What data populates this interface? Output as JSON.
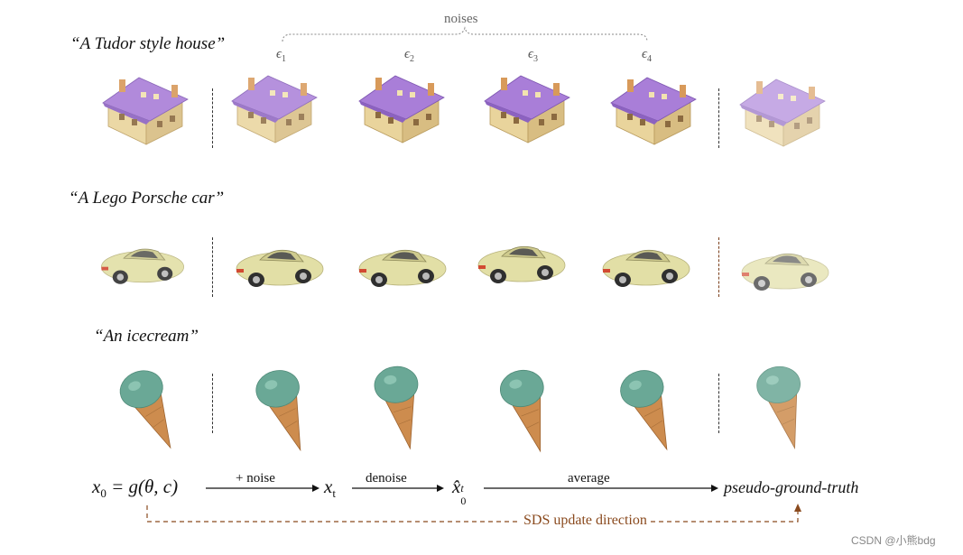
{
  "prompts": {
    "row1": "“A Tudor style house”",
    "row2": "“A Lego Porsche car”",
    "row3": "“An icecream”"
  },
  "noise_brace_label": "noises",
  "noise_labels": [
    {
      "symbol": "ϵ",
      "sub": "1"
    },
    {
      "symbol": "ϵ",
      "sub": "2"
    },
    {
      "symbol": "ϵ",
      "sub": "3"
    },
    {
      "symbol": "ϵ",
      "sub": "4"
    }
  ],
  "pipeline": {
    "x0_expr_lhs": "x",
    "x0_sub": "0",
    "x0_expr_rhs": " = g(θ, c)",
    "step1_label": "+ noise",
    "xt": "x",
    "xt_sub": "t",
    "step2_label": "denoise",
    "x0hat": "x̂",
    "x0hat_sub": "0",
    "x0hat_sup": "t",
    "step3_label": "average",
    "result": "pseudo-ground-truth",
    "feedback_label": "SDS update direction"
  },
  "watermark": "CSDN @小熊bdg",
  "colors": {
    "house_roof": "#a77ad6",
    "house_wall": "#e6cf96",
    "car_body": "#e3e0a8",
    "car_accent": "#d24a32",
    "icecream_scoop": "#6aa896",
    "icecream_cone": "#c98a4e",
    "feedback": "#8a4a1e"
  }
}
